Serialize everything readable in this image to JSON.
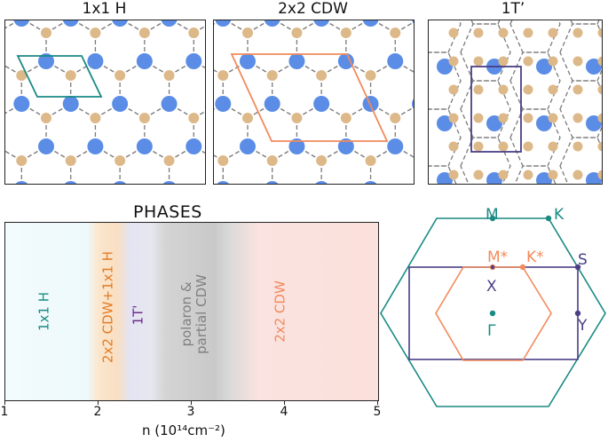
{
  "lattice_panels": [
    {
      "title": "1x1 H",
      "cell_color": "#1a8a82",
      "cell_name": "unit-cell-1x1"
    },
    {
      "title": "2x2 CDW",
      "cell_color": "#f28a5c",
      "cell_name": "unit-cell-2x2"
    },
    {
      "title": "1T’",
      "cell_color": "#4a3f86",
      "cell_name": "unit-cell-1t-prime"
    }
  ],
  "colors": {
    "metal_atom": "#5b8de6",
    "chalcogen_atom": "#ddb888",
    "bond": "#7a7a7a",
    "teal": "#1a8a82",
    "orange": "#f28a5c",
    "purple": "#6c2a8c",
    "gray": "#808080",
    "indigo": "#4a3f86"
  },
  "phase_diagram": {
    "title": "PHASES",
    "phases": [
      {
        "label": "1x1 H",
        "color": "#1a8a82"
      },
      {
        "label": "2x2 CDW+1x1 H",
        "color": "#e37c25"
      },
      {
        "label": "1T'",
        "color": "#6c2a8c"
      },
      {
        "label_line1": "polaron &",
        "label_line2": "partial CDW",
        "color": "#808080"
      },
      {
        "label": "2x2 CDW",
        "color": "#f28a5c"
      }
    ],
    "x_axis": {
      "ticks": [
        "1",
        "2",
        "3",
        "4",
        "5"
      ],
      "label": "n (10¹⁴cm⁻²)",
      "range": [
        1,
        5
      ]
    }
  },
  "brillouin_zone": {
    "points": [
      {
        "label": "M",
        "color": "#1a8a82"
      },
      {
        "label": "K",
        "color": "#1a8a82"
      },
      {
        "label": "M*",
        "color": "#f28a5c"
      },
      {
        "label": "K*",
        "color": "#f28a5c"
      },
      {
        "label": "S",
        "color": "#4a3f86"
      },
      {
        "label": "X",
        "color": "#4a3f86"
      },
      {
        "label": "Y",
        "color": "#4a3f86"
      },
      {
        "label": "Γ",
        "color": "#1a8a82"
      }
    ]
  }
}
